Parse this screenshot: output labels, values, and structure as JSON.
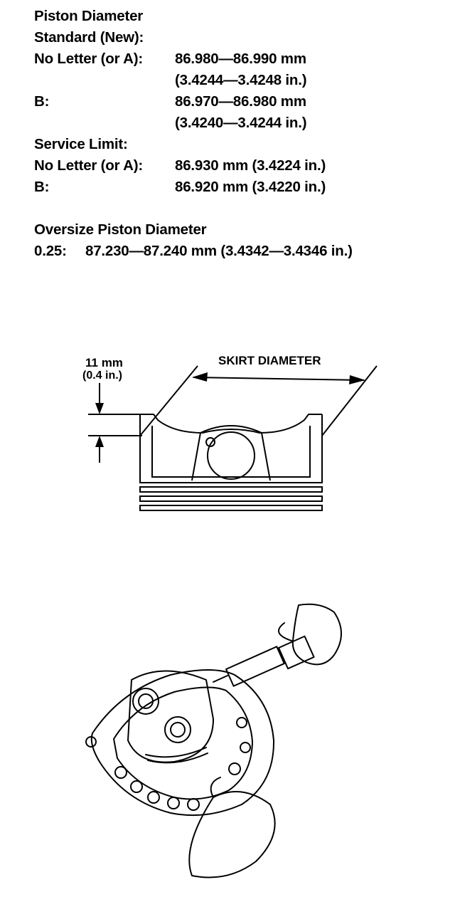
{
  "spec": {
    "title": "Piston Diameter",
    "standard_heading": "Standard (New):",
    "standard": [
      {
        "label": "No Letter (or A):",
        "mm": "86.980—86.990 mm",
        "inch": "(3.4244—3.4248 in.)"
      },
      {
        "label": "B:",
        "mm": "86.970—86.980 mm",
        "inch": "(3.4240—3.4244 in.)"
      }
    ],
    "service_heading": "Service Limit:",
    "service": [
      {
        "label": "No Letter (or A):",
        "value": "86.930 mm (3.4224 in.)"
      },
      {
        "label": "B:",
        "value": "86.920 mm (3.4220 in.)"
      }
    ],
    "oversize_heading": "Oversize Piston Diameter",
    "oversize": {
      "label": "0.25:",
      "value": "87.230—87.240 mm (3.4342—3.4346 in.)"
    }
  },
  "figure_piston": {
    "dimension_mm": "11 mm",
    "dimension_in": "(0.4 in.)",
    "skirt_label": "SKIRT DIAMETER"
  }
}
